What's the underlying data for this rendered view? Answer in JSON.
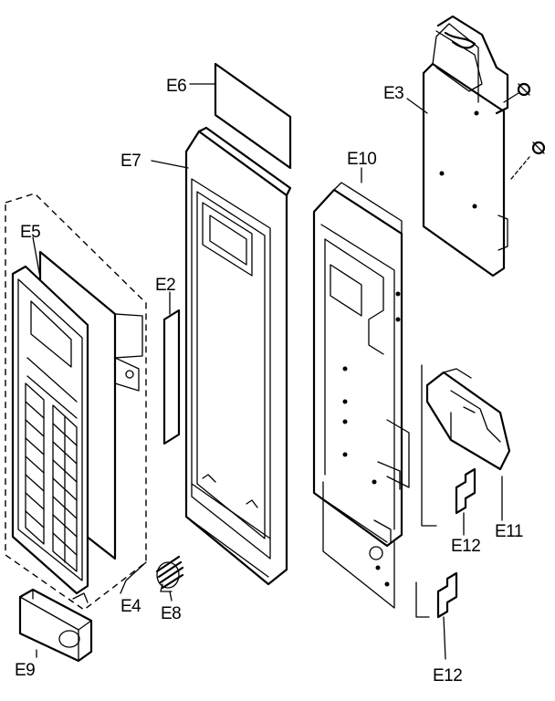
{
  "labels": {
    "E2": "E2",
    "E3": "E3",
    "E4": "E4",
    "E5": "E5",
    "E6": "E6",
    "E7": "E7",
    "E8": "E8",
    "E9": "E9",
    "E10": "E10",
    "E11": "E11",
    "E12a": "E12",
    "E12b": "E12"
  }
}
